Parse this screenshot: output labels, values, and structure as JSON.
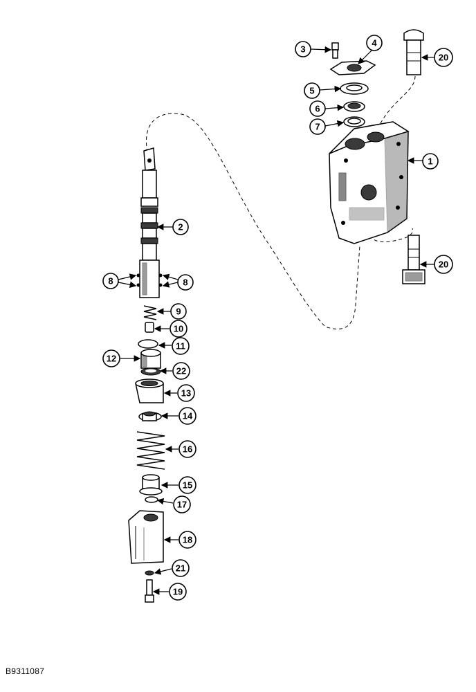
{
  "figure_id": "B9311087",
  "callouts": {
    "c1": "1",
    "c2": "2",
    "c3": "3",
    "c4": "4",
    "c5": "5",
    "c6": "6",
    "c7": "7",
    "c8a": "8",
    "c8b": "8",
    "c9": "9",
    "c10": "10",
    "c11": "11",
    "c12": "12",
    "c13": "13",
    "c14": "14",
    "c15": "15",
    "c16": "16",
    "c17": "17",
    "c18": "18",
    "c19": "19",
    "c20a": "20",
    "c20b": "20",
    "c21": "21",
    "c22": "22"
  }
}
